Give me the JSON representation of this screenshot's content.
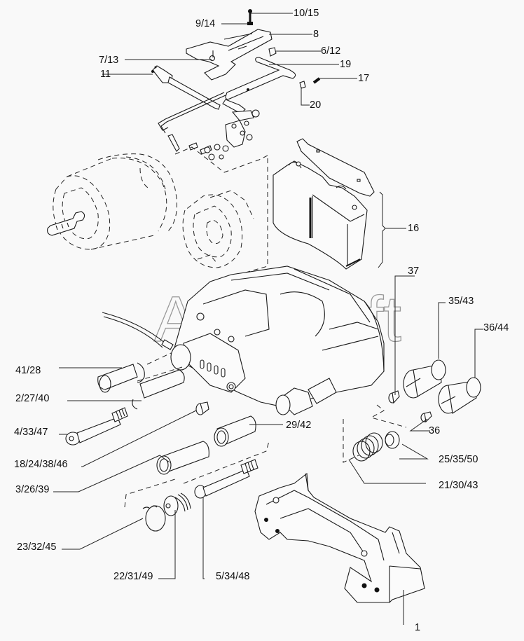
{
  "diagram": {
    "type": "exploded-parts-view",
    "subject": "brake caliper assembly",
    "watermark": "AutoSoft",
    "background_color": "#f9f9f9",
    "line_color": "#1a1a1a"
  },
  "callouts": [
    {
      "id": "c-10-15",
      "text": "10/15"
    },
    {
      "id": "c-9-14",
      "text": "9/14"
    },
    {
      "id": "c-8",
      "text": "8"
    },
    {
      "id": "c-7-13",
      "text": "7/13"
    },
    {
      "id": "c-6-12",
      "text": "6/12"
    },
    {
      "id": "c-19",
      "text": "19"
    },
    {
      "id": "c-11",
      "text": "11"
    },
    {
      "id": "c-17",
      "text": "17"
    },
    {
      "id": "c-20",
      "text": "20"
    },
    {
      "id": "c-16",
      "text": "16"
    },
    {
      "id": "c-37",
      "text": "37"
    },
    {
      "id": "c-35-43",
      "text": "35/43"
    },
    {
      "id": "c-36-44",
      "text": "36/44"
    },
    {
      "id": "c-41-28",
      "text": "41/28"
    },
    {
      "id": "c-2-27-40",
      "text": "2/27/40"
    },
    {
      "id": "c-36",
      "text": "36"
    },
    {
      "id": "c-4-33-47",
      "text": "4/33/47"
    },
    {
      "id": "c-29-42",
      "text": "29/42"
    },
    {
      "id": "c-18-24-38-46",
      "text": "18/24/38/46"
    },
    {
      "id": "c-25-35-50",
      "text": "25/35/50"
    },
    {
      "id": "c-3-26-39",
      "text": "3/26/39"
    },
    {
      "id": "c-21-30-43",
      "text": "21/30/43"
    },
    {
      "id": "c-23-32-45",
      "text": "23/32/45"
    },
    {
      "id": "c-22-31-49",
      "text": "22/31/49"
    },
    {
      "id": "c-5-34-48",
      "text": "5/34/48"
    },
    {
      "id": "c-1",
      "text": "1"
    }
  ]
}
